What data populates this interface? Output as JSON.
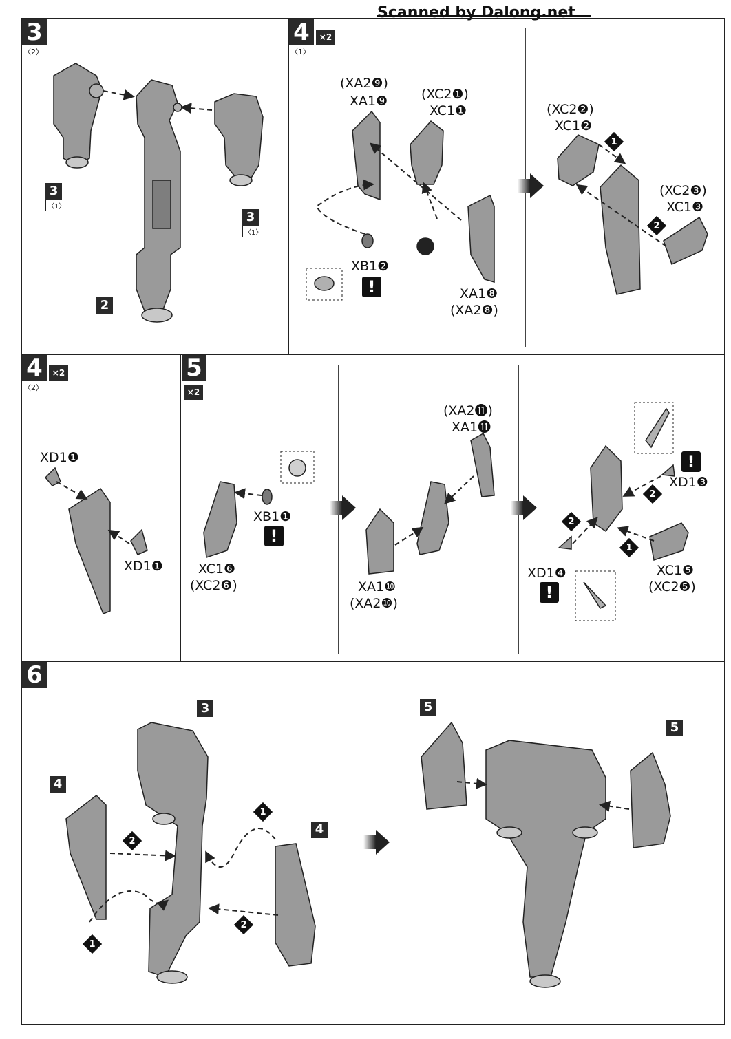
{
  "watermark": "Scanned by Dalong.net",
  "steps": {
    "s3": {
      "num": "3",
      "sub": "〈2〉"
    },
    "s4a": {
      "num": "4",
      "sub": "〈1〉",
      "mult": "×2"
    },
    "s4b": {
      "num": "4",
      "sub": "〈2〉",
      "mult": "×2"
    },
    "s5": {
      "num": "5",
      "mult": "×2"
    },
    "s6": {
      "num": "6"
    }
  },
  "part_tags": {
    "t3a": {
      "num": "3",
      "sub": "〈1〉"
    },
    "t3b": {
      "num": "3",
      "sub": "〈1〉"
    },
    "t2": {
      "num": "2"
    },
    "t6_3": {
      "num": "3"
    },
    "t6_4a": {
      "num": "4"
    },
    "t6_4b": {
      "num": "4"
    },
    "t6_5a": {
      "num": "5"
    },
    "t6_5b": {
      "num": "5"
    }
  },
  "labels": {
    "xa2_9": "(XA2❾)",
    "xa1_9": "XA1❾",
    "xc2_1": "(XC2❶)",
    "xc1_1": "XC1❶",
    "xb1_2": "XB1❷",
    "xa1_8": "XA1❽",
    "xa2_8": "(XA2❽)",
    "xc2_2": "(XC2❷)",
    "xc1_2": "XC1❷",
    "xc2_3": "(XC2❸)",
    "xc1_3": "XC1❸",
    "xd1_1a": "XD1❶",
    "xd1_1b": "XD1❶",
    "xb1_1": "XB1❶",
    "xc1_6": "XC1❻",
    "xc2_6": "(XC2❻)",
    "xa2_11": "(XA2⓫)",
    "xa1_11": "XA1⓫",
    "xa1_10": "XA1❿",
    "xa2_10": "(XA2❿)",
    "xd1_3": "XD1❸",
    "xd1_4": "XD1❹",
    "xc1_5": "XC1❺",
    "xc2_5": "(XC2❺)"
  },
  "seq": {
    "one": "1",
    "two": "2"
  },
  "warn": "!",
  "colors": {
    "ink": "#222222",
    "part_fill": "#9a9a9a",
    "part_dark": "#6e6e6e",
    "paper": "#ffffff"
  }
}
